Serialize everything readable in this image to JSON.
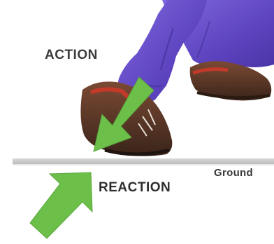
{
  "labels": {
    "action": "ACTION",
    "reaction": "REACTION",
    "ground": "Ground"
  },
  "colors": {
    "arrow": "#6cc04a",
    "trousers": "#6a4fc9",
    "shoe": "#5a3a2a",
    "ground_line": "#c9c9c9"
  },
  "icons": {
    "action_arrow": "arrow-down-left-icon",
    "reaction_arrow": "arrow-up-right-icon",
    "foot": "walking-foot-illustration"
  }
}
